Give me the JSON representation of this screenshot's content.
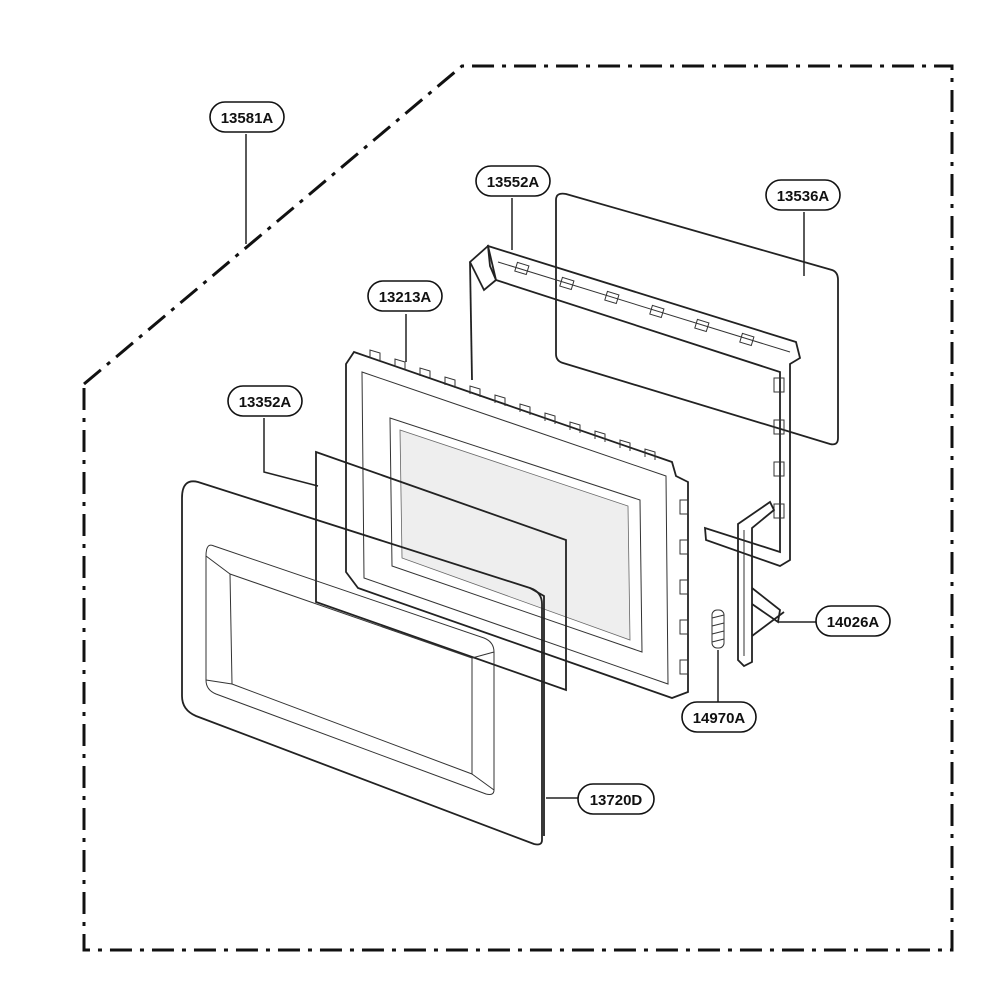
{
  "diagram": {
    "boundary_style": "dash-dot",
    "line_color": "#222222",
    "background": "#ffffff",
    "parts": [
      {
        "id": "13581A",
        "label": "13581A",
        "component": "door-assembly-boundary"
      },
      {
        "id": "13552A",
        "label": "13552A",
        "component": "door-choke-frame"
      },
      {
        "id": "13536A",
        "label": "13536A",
        "component": "inner-door-film"
      },
      {
        "id": "13213A",
        "label": "13213A",
        "component": "door-frame"
      },
      {
        "id": "13352A",
        "label": "13352A",
        "component": "door-screen-sheet"
      },
      {
        "id": "14026A",
        "label": "14026A",
        "component": "door-latch"
      },
      {
        "id": "14970A",
        "label": "14970A",
        "component": "latch-spring"
      },
      {
        "id": "13720D",
        "label": "13720D",
        "component": "door-front-panel"
      }
    ]
  }
}
